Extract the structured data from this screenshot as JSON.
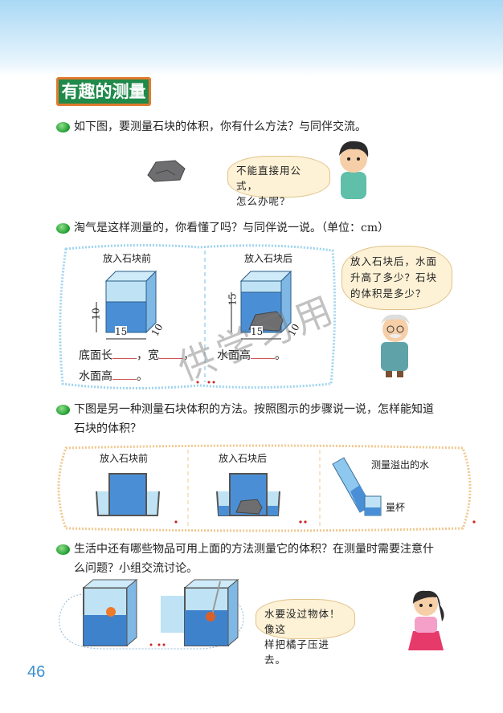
{
  "section_title": "有趣的测量",
  "q1": "如下图，要测量石块的体积，你有什么方法？与同伴交流。",
  "boy_bubble": [
    "不能直接用公式，",
    "怎么办呢？"
  ],
  "q2": "淘气是这样测量的，你看懂了吗？与同伴说一说。（单位：cm）",
  "panel1": {
    "before_label": "放入石块前",
    "after_label": "放入石块后",
    "before_height": "10",
    "before_length": "15",
    "before_width": "10",
    "after_height": "15",
    "after_length": "15",
    "after_width": "10",
    "fill_base_length": "底面长",
    "fill_width": "，宽",
    "fill_comma": "，",
    "fill_water_height": "水面高",
    "fill_period": "。",
    "fill_after_water_height": "水面高"
  },
  "grandpa_bubble": [
    "放入石块后，水面",
    "升高了多少？石块",
    "的体积是多少？"
  ],
  "q3": [
    "下图是另一种测量石块体积的方法。按照图示的步骤说一说，怎样能知道",
    "石块的体积？"
  ],
  "panel2": {
    "step1": "放入石块前",
    "step2": "放入石块后",
    "step3": "测量溢出的水",
    "cup_label": "量杯"
  },
  "q4": [
    "生活中还有哪些物品可用上面的方法测量它的体积？在测量时需要注意什",
    "么问题？小组交流讨论。"
  ],
  "girl_bubble": [
    "水要没过物体！像这",
    "样把橘子压进去。"
  ],
  "watermark": "供学习用",
  "page_number": "46",
  "colors": {
    "title_bg": "#1f8a4a",
    "title_border": "#e07a2e",
    "water": "#4a8fd6",
    "page_number": "#3a8fcf"
  }
}
